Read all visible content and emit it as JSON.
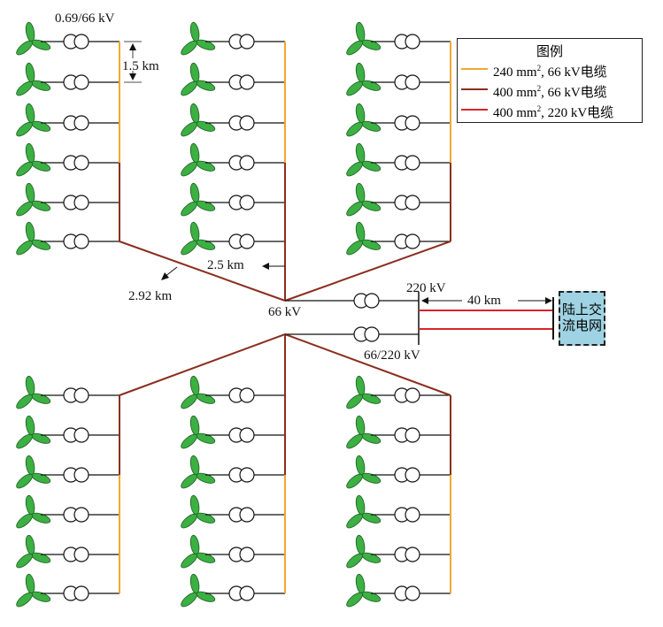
{
  "labels": {
    "turbine_voltage": "0.69/66 kV",
    "spacing": "1.5 km",
    "branch_spacing": "2.5 km",
    "diag_length": "2.92 km",
    "collector_voltage": "66 kV",
    "hv_voltage": "220 kV",
    "transmission_length": "40 km",
    "substation_ratio": "66/220 kV"
  },
  "legend": {
    "title": "图例",
    "items": [
      {
        "label_main": "240 mm",
        "label_sup": "2",
        "label_rest": ", 66 kV电缆",
        "color": "#f0a830"
      },
      {
        "label_main": "400 mm",
        "label_sup": "2",
        "label_rest": ", 66 kV电缆",
        "color": "#8b2e1f"
      },
      {
        "label_main": "400 mm",
        "label_sup": "2",
        "label_rest": ", 220 kV电缆",
        "color": "#d9252a"
      }
    ]
  },
  "grid": {
    "label": "陆上交流电网",
    "color": "#9fd3e3"
  },
  "colors": {
    "turbine": "#3cb043",
    "cable_240": "#f0a830",
    "cable_400_66": "#8b2e1f",
    "cable_220": "#d9252a",
    "wire": "#111111"
  }
}
